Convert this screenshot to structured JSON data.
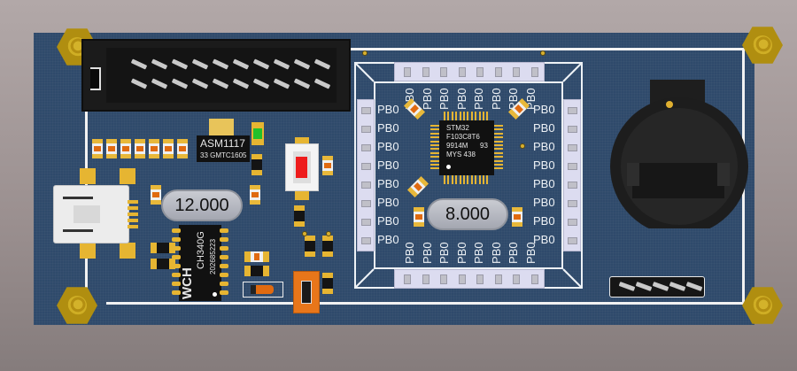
{
  "scene": {
    "type": "3d-pcb-view",
    "board_color": "#2f4a6b",
    "silkscreen_color": "#f2f2f2",
    "background_color": "#a39898"
  },
  "regulator": {
    "line1": "ASM1117",
    "line2": "33 GMTC1605"
  },
  "mcu": {
    "line1": "STM32",
    "line2": "F103C8T6",
    "line3": "9914M",
    "line3b": "93",
    "line4": "MYS 438"
  },
  "usb_uart": {
    "brand": "WCH",
    "part": "CH340G",
    "code": "202685223"
  },
  "crystal_main": {
    "label": "8.000"
  },
  "crystal_usb": {
    "label": "12.000"
  },
  "pin_labels": {
    "left": [
      "PB0",
      "PB0",
      "PB0",
      "PB0",
      "PB0",
      "PB0",
      "PB0",
      "PB0"
    ],
    "right": [
      "PB0",
      "PB0",
      "PB0",
      "PB0",
      "PB0",
      "PB0",
      "PB0",
      "PB0"
    ],
    "top": [
      "PB0",
      "PB0",
      "PB0",
      "PB0",
      "PB0",
      "PB0",
      "PB0",
      "PB0"
    ],
    "bottom": [
      "PB0",
      "PB0",
      "PB0",
      "PB0",
      "PB0",
      "PB0",
      "PB0",
      "PB0"
    ]
  },
  "icons": {
    "standoff": "hex-standoff-icon",
    "idc": "idc-connector-icon",
    "usb": "mini-usb-icon",
    "battery": "coin-cell-holder-icon",
    "button": "tact-switch-icon",
    "led": "led-icon",
    "jumper": "jumper-icon"
  },
  "colors": {
    "led_power": "#22c02a",
    "button_cap": "#ee1c1c",
    "jumper": "#e8761a",
    "standoff": "#b08e10"
  }
}
